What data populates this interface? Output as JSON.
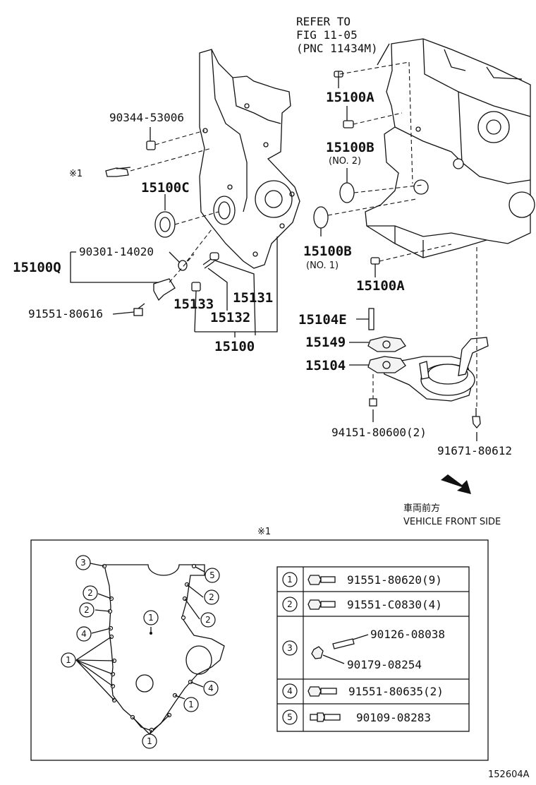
{
  "labels": {
    "refer_to": "REFER TO",
    "fig": "FIG 11-05",
    "pnc": "(PNC 11434M)",
    "p90344": "90344-53006",
    "ref1": "※1",
    "p15100c": "15100C",
    "p90301": "90301-14020",
    "p15100q": "15100Q",
    "p91551_80616": "91551-80616",
    "p15133": "15133",
    "p15132": "15132",
    "p15131": "15131",
    "p15100": "15100",
    "p15100a_top": "15100A",
    "p15100b_top": "15100B",
    "no2": "(NO. 2)",
    "p15100b_mid": "15100B",
    "no1": "(NO. 1)",
    "p15100a_bot": "15100A",
    "p15104e": "15104E",
    "p15149": "15149",
    "p15104": "15104",
    "p94151": "94151-80600(2)",
    "p91671": "91671-80612",
    "front_jp": "車両前方",
    "front_en": "VEHICLE FRONT SIDE",
    "ref1_box": "※1",
    "fig_no": "152604A"
  },
  "legend": [
    {
      "num": "1",
      "parts": [
        "91551-80620(9)"
      ]
    },
    {
      "num": "2",
      "parts": [
        "91551-C0830(4)"
      ]
    },
    {
      "num": "3",
      "parts": [
        "90126-08038",
        "90179-08254"
      ]
    },
    {
      "num": "4",
      "parts": [
        "91551-80635(2)"
      ]
    },
    {
      "num": "5",
      "parts": [
        "90109-08283"
      ]
    }
  ],
  "callouts": {
    "c3": "3",
    "c5": "5",
    "c2a": "2",
    "c2b": "2",
    "c2c": "2",
    "c2d": "2",
    "c1a": "1",
    "c4a": "4",
    "c1b": "1",
    "c4b": "4",
    "c1c": "1",
    "c1d": "1"
  }
}
